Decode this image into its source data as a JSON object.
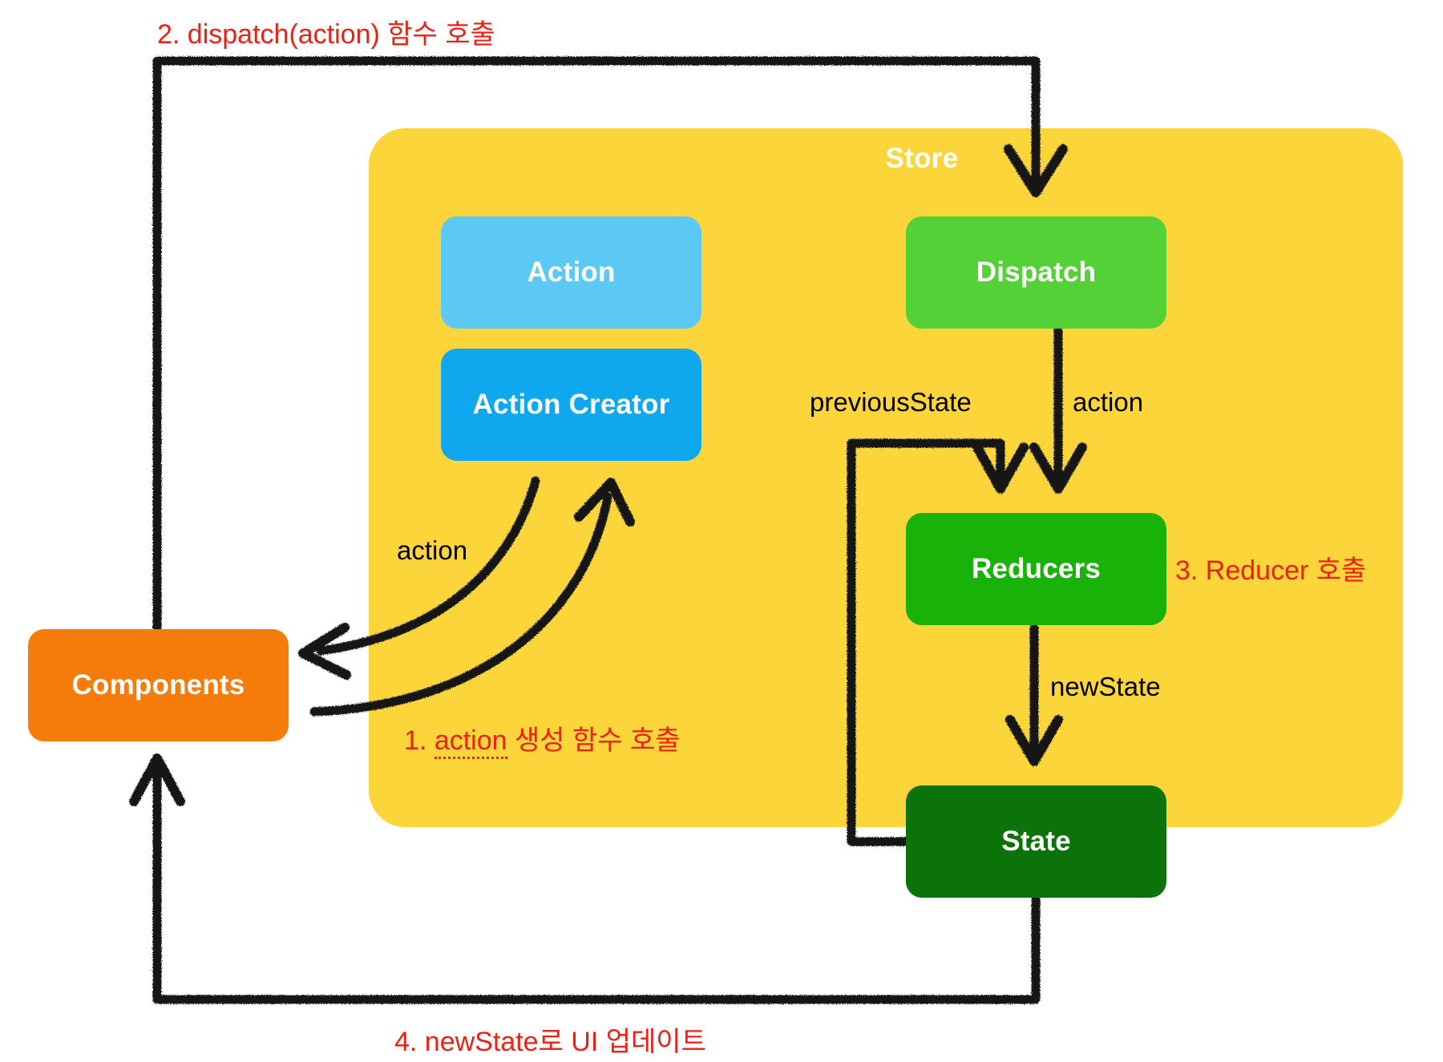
{
  "diagram": {
    "title": "Redux data flow diagram",
    "store": {
      "label": "Store",
      "color": "#FBD53A"
    },
    "nodes": [
      {
        "id": "action",
        "label": "Action",
        "color": "#5BC9F4"
      },
      {
        "id": "action-creator",
        "label": "Action Creator",
        "color": "#0FA7EE"
      },
      {
        "id": "dispatch",
        "label": "Dispatch",
        "color": "#53D137"
      },
      {
        "id": "reducers",
        "label": "Reducers",
        "color": "#19B208"
      },
      {
        "id": "state",
        "label": "State",
        "color": "#0B7309"
      },
      {
        "id": "components",
        "label": "Components",
        "color": "#F57C0B"
      }
    ],
    "edge_labels": [
      {
        "id": "previous-state",
        "text": "previousState"
      },
      {
        "id": "action-dispatch",
        "text": "action"
      },
      {
        "id": "new-state",
        "text": "newState"
      },
      {
        "id": "action-curve",
        "text": "action"
      }
    ],
    "annotations": {
      "color": "#EE2014",
      "step1_prefix": "1. ",
      "step1_underlined": "action",
      "step1_suffix": " 생성 함수 호출",
      "step2": "2. dispatch(action) 함수 호출",
      "step3": "3. Reducer 호출",
      "step4": "4. newState로 UI 업데이트"
    }
  }
}
